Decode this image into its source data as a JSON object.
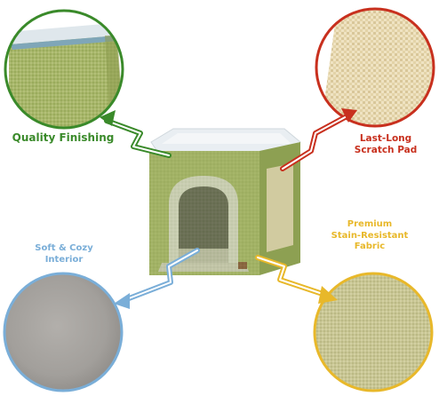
{
  "features": {
    "finishing": {
      "lines": [
        "Quality Finishing"
      ],
      "color": "#3a8a2a"
    },
    "scratch": {
      "lines": [
        "Last-Long",
        "Scratch Pad"
      ],
      "color": "#c8301e"
    },
    "interior": {
      "lines": [
        "Soft & Cozy",
        "Interior"
      ],
      "color": "#7aaed8"
    },
    "fabric": {
      "lines": [
        "Premium",
        "Stain-Resistant",
        "Fabric"
      ],
      "color": "#e8b82a"
    }
  }
}
